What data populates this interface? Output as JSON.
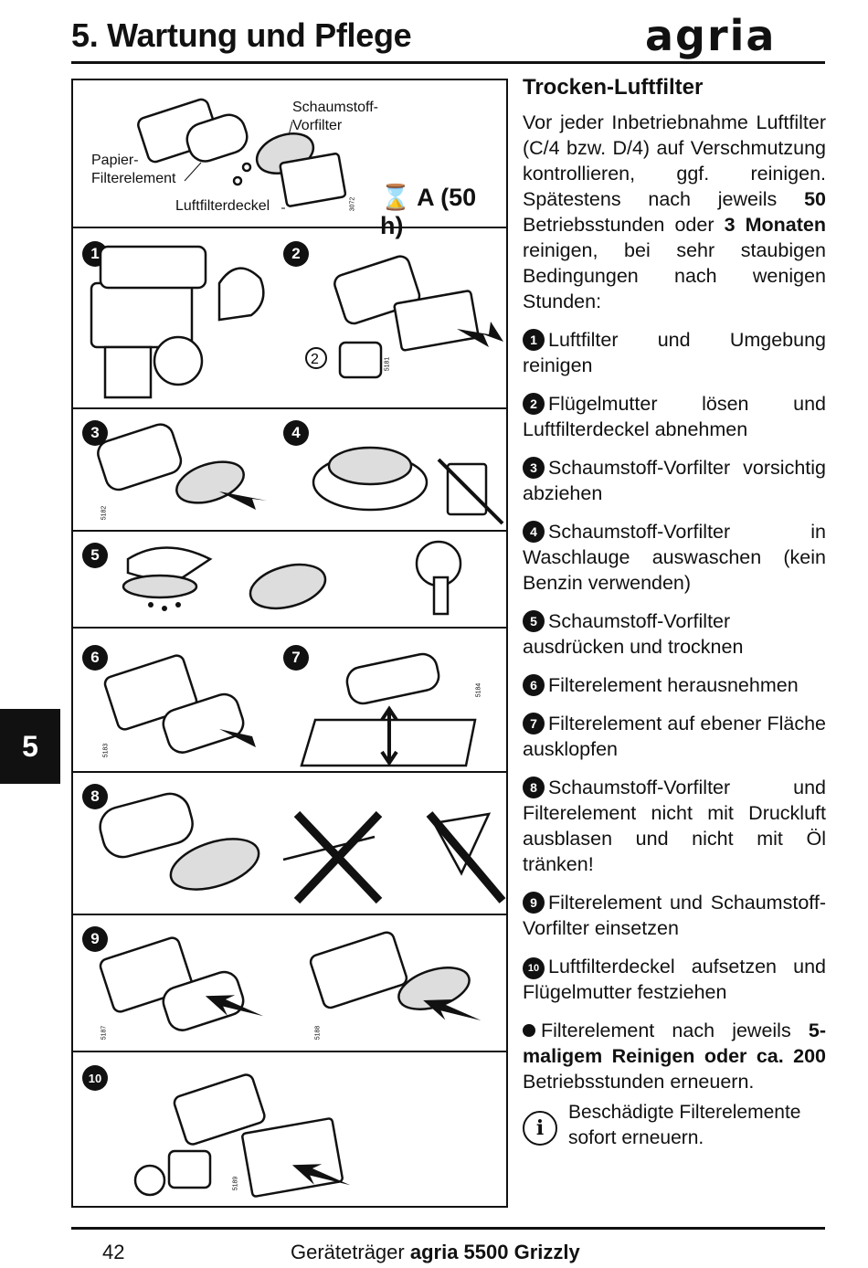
{
  "header": {
    "title": "5. Wartung und Pflege",
    "logo": "agria"
  },
  "tab": "5",
  "figure": {
    "labels": {
      "foam": "Schaumstoff-\nVorfilter",
      "paper": "Papier-\nFilterelement",
      "cover": "Luftfilterdeckel"
    },
    "interval": "A (50 h)",
    "steps": [
      "1",
      "2",
      "3",
      "4",
      "5",
      "6",
      "7",
      "8",
      "9",
      "10"
    ],
    "codes": [
      "3072",
      "5181",
      "5182",
      "5183",
      "5184",
      "5187",
      "5188",
      "5189"
    ],
    "rotate_mark": "2"
  },
  "content": {
    "heading": "Trocken-Luftfilter",
    "intro_1": "Vor jeder Inbetriebnahme Luftfilter (C/4 bzw. D/4) auf Verschmutzung kontrollieren, ggf. reinigen. Spätestens nach jeweils ",
    "intro_b1": "50",
    "intro_2": " Betriebsstunden oder ",
    "intro_b2": "3 Monaten",
    "intro_3": " reinigen, bei sehr staubigen Bedingungen nach wenigen Stunden:",
    "steps": [
      "Luftfilter und Umgebung reinigen",
      "Flügelmutter lösen und Luftfilterdeckel abnehmen",
      "Schaumstoff-Vorfilter vorsichtig abziehen",
      "Schaumstoff-Vorfilter in Waschlauge auswaschen (kein Benzin verwenden)",
      "Schaumstoff-Vorfilter ausdrücken und trocknen",
      "Filterelement herausnehmen",
      "Filterelement auf ebener Fläche ausklopfen",
      "Schaumstoff-Vorfilter und Filterelement nicht mit Druckluft ausblasen und nicht mit Öl tränken!",
      "Filterelement und Schaumstoff-Vorfilter einsetzen",
      "Luftfilterdeckel aufsetzen und Flügelmutter festziehen"
    ],
    "replace_1": "Filterelement nach jeweils ",
    "replace_b": "5-maligem Reinigen oder ca. 200",
    "replace_2": " Betriebsstunden erneuern.",
    "info": "Beschädigte Filterelemente sofort erneuern."
  },
  "footer": {
    "page": "42",
    "text_pre": "Geräteträger ",
    "text_bold": "agria 5500 Grizzly"
  }
}
